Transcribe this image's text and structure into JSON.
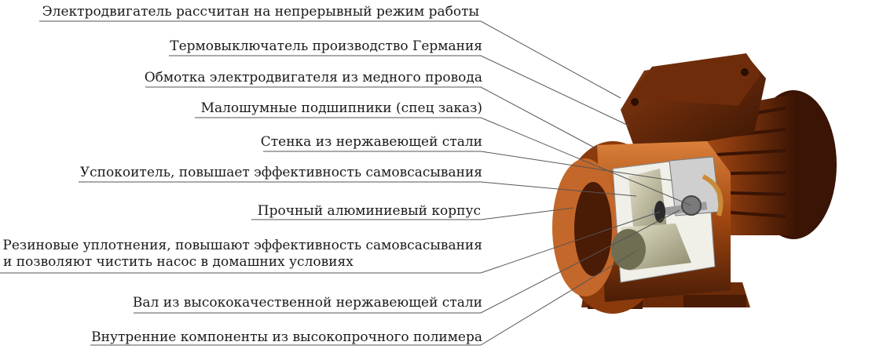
{
  "labels": {
    "motor_continuous": "Электродвигатель  рассчитан на непрерывный режим работы",
    "thermal_switch": "Термовыключатель производство Германия",
    "copper_winding": "Обмотка электродвигателя из медного провода",
    "bearings": "Малошумные подшипники (спец заказ)",
    "steel_wall": "Стенка из нержавеющей стали",
    "diffuser": "Успокоитель, повышает эффективность самовсасывания",
    "housing": "Прочный алюминиевый корпус",
    "seals_line1": "Резиновые уплотнения, повышают эффективность самовсасывания",
    "seals_line2": "и позволяют чистить насос в домашних условиях",
    "shaft": "Вал из высококачественной нержавеющей стали",
    "polymer": "Внутренние компоненты из высокопрочного полимера"
  },
  "colors": {
    "body": "#a64a12",
    "body_dark": "#5a2408",
    "body_light": "#d9803a",
    "polymer": "#b9b79a",
    "leader": "#555555"
  }
}
